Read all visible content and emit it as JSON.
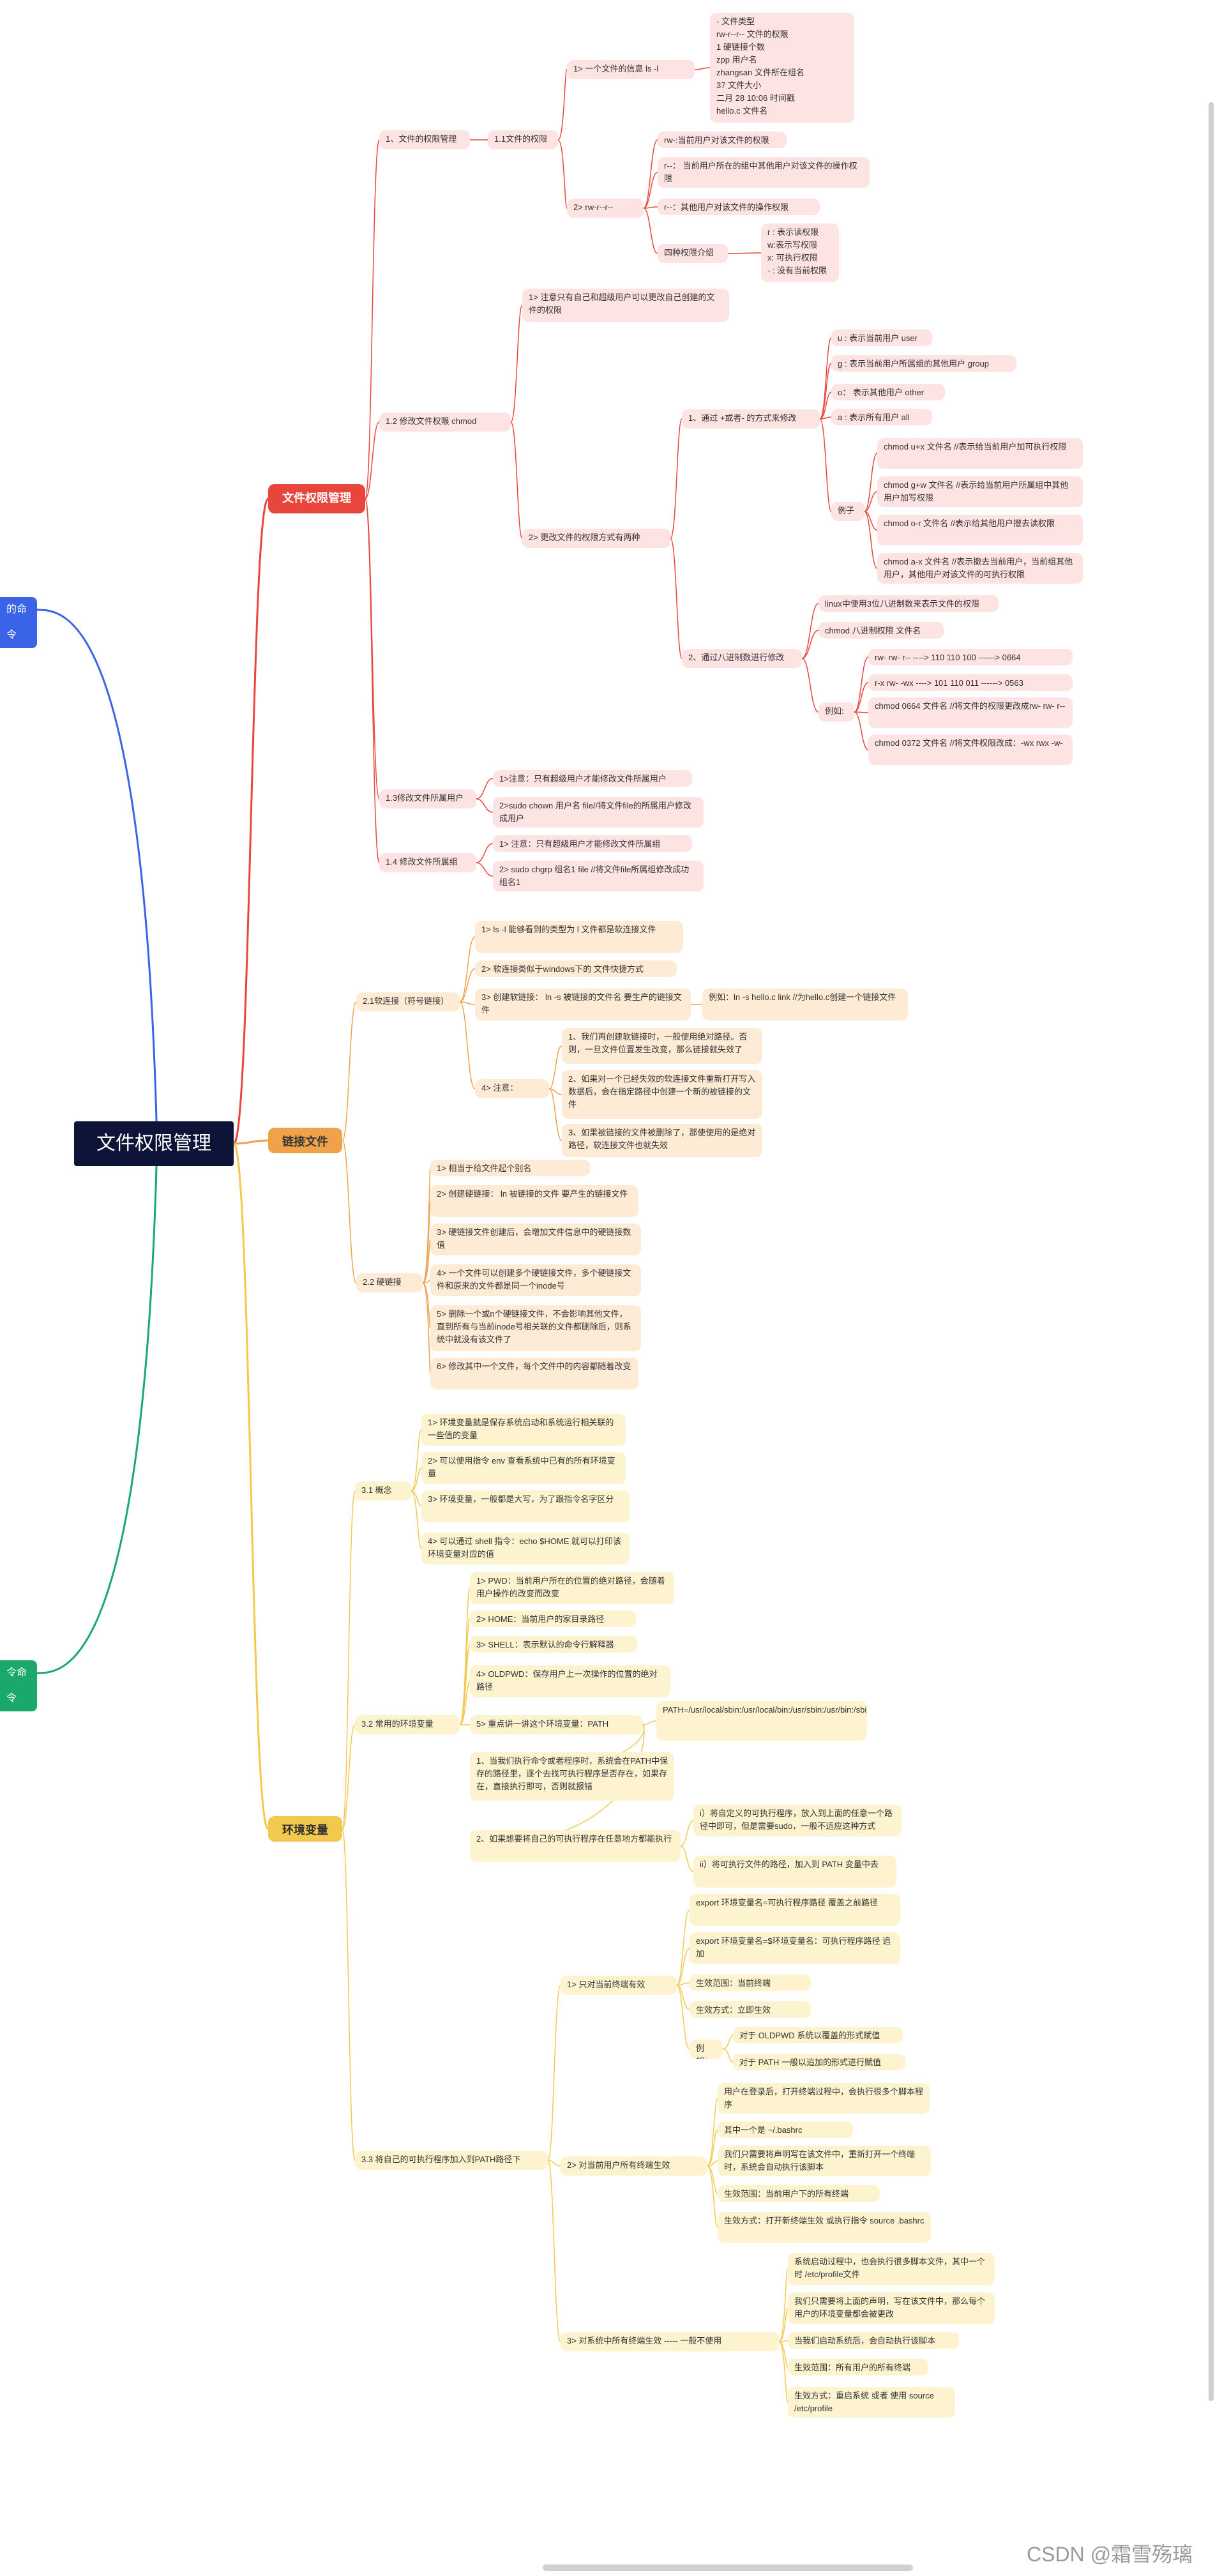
{
  "root": "文件权限管理",
  "side_left": [
    "的命令",
    "令命令"
  ],
  "colors": {
    "red": "#e8453c",
    "orange": "#f0a24a",
    "yellow": "#f2c94c",
    "blue": "#3b63e8",
    "green": "#1aa86b"
  },
  "watermark": "CSDN @霜雪殇璃",
  "nodes": [
    {
      "id": "perm",
      "p": "root",
      "c": "red",
      "t": "文件权限管理"
    },
    {
      "id": "p1",
      "p": "perm",
      "c": "red",
      "t": "1、文件的权限管理"
    },
    {
      "id": "p11",
      "p": "p1",
      "c": "red",
      "t": "1.1文件的权限"
    },
    {
      "id": "p111",
      "p": "p11",
      "c": "red",
      "t": "1>   一个文件的信息    ls  -l"
    },
    {
      "id": "p111a",
      "p": "p111",
      "c": "red",
      "t": "-              文件类型\nrw-r--r--        文件的权限\n1                   硬链接个数\n    zpp                用户名\n    zhangsan          文件所在组名\n37                   文件大小\n二月 28 10:06       时间戳\n    hello.c             文件名"
    },
    {
      "id": "p112",
      "p": "p11",
      "c": "red",
      "t": "2>   rw-r--r--"
    },
    {
      "id": "p112a",
      "p": "p112",
      "c": "red",
      "t": "rw-:当前用户对该文件的权限"
    },
    {
      "id": "p112b",
      "p": "p112",
      "c": "red",
      "t": "r--： 当前用户所在的组中其他用户对该文件的操作权限"
    },
    {
      "id": "p112c",
      "p": "p112",
      "c": "red",
      "t": "r--：其他用户对该文件的操作权限"
    },
    {
      "id": "p112d",
      "p": "p112",
      "c": "red",
      "t": "四种权限介绍"
    },
    {
      "id": "p112d1",
      "p": "p112d",
      "c": "red",
      "t": "r : 表示读权限\nw:表示写权限\nx: 可执行权限\n- :  没有当前权限"
    },
    {
      "id": "p12",
      "p": "perm",
      "c": "red",
      "t": "1.2    修改文件权限     chmod"
    },
    {
      "id": "p121",
      "p": "p12",
      "c": "red",
      "t": "1>    注意只有自己和超级用户可以更改自己创建的文件的权限"
    },
    {
      "id": "p122",
      "p": "p12",
      "c": "red",
      "t": "2>    更改文件的权限方式有两种"
    },
    {
      "id": "p1221",
      "p": "p122",
      "c": "red",
      "t": "1、通过 +或者- 的方式来修改"
    },
    {
      "id": "p1221a",
      "p": "p1221",
      "c": "red",
      "t": "u : 表示当前用户    user"
    },
    {
      "id": "p1221b",
      "p": "p1221",
      "c": "red",
      "t": "g : 表示当前用户所属组的其他用户 group"
    },
    {
      "id": "p1221c",
      "p": "p1221",
      "c": "red",
      "t": "o：  表示其他用户    other"
    },
    {
      "id": "p1221d",
      "p": "p1221",
      "c": "red",
      "t": "a : 表示所有用户    all"
    },
    {
      "id": "p1221e",
      "p": "p1221",
      "c": "red",
      "t": "例子"
    },
    {
      "id": "ex1",
      "p": "p1221e",
      "c": "red",
      "t": "chmod    u+x    文件名      //表示给当前用户加可执行权限"
    },
    {
      "id": "ex2",
      "p": "p1221e",
      "c": "red",
      "t": "chmod    g+w    文件名      //表示给当前用户所属组中其他用户加写权限"
    },
    {
      "id": "ex3",
      "p": "p1221e",
      "c": "red",
      "t": "chmod    o-r      文件名      //表示给其他用户撤去读权限"
    },
    {
      "id": "ex4",
      "p": "p1221e",
      "c": "red",
      "t": "chmod    a-x      文件名      //表示撤去当前用户，当前组其他用户，其他用户对该文件的可执行权限"
    },
    {
      "id": "p1222",
      "p": "p122",
      "c": "red",
      "t": "2、通过八进制数进行修改"
    },
    {
      "id": "p1222a",
      "p": "p1222",
      "c": "red",
      "t": "linux中使用3位八进制数来表示文件的权限"
    },
    {
      "id": "p1222b",
      "p": "p1222",
      "c": "red",
      "t": "chmod 八进制权限  文件名"
    },
    {
      "id": "p1222c",
      "p": "p1222",
      "c": "red",
      "t": "例如:"
    },
    {
      "id": "oc1",
      "p": "p1222c",
      "c": "red",
      "t": "rw- rw- r--      ---->   110 110 100    ------> 0664"
    },
    {
      "id": "oc2",
      "p": "p1222c",
      "c": "red",
      "t": "r-x rw- -wx      ---->  101 110 011     ------> 0563"
    },
    {
      "id": "oc3",
      "p": "p1222c",
      "c": "red",
      "t": "chmod    0664  文件名      //将文件的权限更改成rw- rw- r--"
    },
    {
      "id": "oc4",
      "p": "p1222c",
      "c": "red",
      "t": "chmod    0372   文件名     //将文件权限改成：-wx rwx -w-"
    },
    {
      "id": "p13",
      "p": "perm",
      "c": "red",
      "t": "1.3修改文件所属用户"
    },
    {
      "id": "p131",
      "p": "p13",
      "c": "red",
      "t": "1>注意：只有超级用户才能修改文件所属用户"
    },
    {
      "id": "p132",
      "p": "p13",
      "c": "red",
      "t": "2>sudo chown 用户名  file//将文件file的所属用户修改成用户"
    },
    {
      "id": "p14",
      "p": "perm",
      "c": "red",
      "t": "1.4    修改文件所属组"
    },
    {
      "id": "p141",
      "p": "p14",
      "c": "red",
      "t": "1>    注意：只有超级用户才能修改文件所属组"
    },
    {
      "id": "p142",
      "p": "p14",
      "c": "red",
      "t": "2>    sudo chgrp  组名1  file    //将文件file所属组修改成功组名1"
    },
    {
      "id": "link",
      "p": "root",
      "c": "orange",
      "t": "链接文件"
    },
    {
      "id": "l21",
      "p": "link",
      "c": "orange",
      "t": "2.1软连接（符号链接）"
    },
    {
      "id": "l211",
      "p": "l21",
      "c": "orange",
      "t": "1>    ls -l 能够看到的类型为 l 文件都是软连接文件"
    },
    {
      "id": "l212",
      "p": "l21",
      "c": "orange",
      "t": "2>    软连接类似于windows下的 文件快捷方式"
    },
    {
      "id": "l213",
      "p": "l21",
      "c": "orange",
      "t": "3>    创建软链接：  ln  -s  被链接的文件名    要生产的链接文件"
    },
    {
      "id": "l213a",
      "p": "l213",
      "c": "orange",
      "t": "例如：ln  -s   hello.c   link       //为hello.c创建一个链接文件"
    },
    {
      "id": "l214",
      "p": "l21",
      "c": "orange",
      "t": "4>    注意："
    },
    {
      "id": "l214a",
      "p": "l214",
      "c": "orange",
      "t": "1、我们再创建软链接时，一般使用绝对路径。否则，一旦文件位置发生改变，那么链接就失效了"
    },
    {
      "id": "l214b",
      "p": "l214",
      "c": "orange",
      "t": "2、如果对一个已经失效的软连接文件重新打开写入数据后，会在指定路径中创建一个新的被链接的文件"
    },
    {
      "id": "l214c",
      "p": "l214",
      "c": "orange",
      "t": "3、如果被链接的文件被删除了，那使使用的是绝对路径，软连接文件也就失效"
    },
    {
      "id": "l22",
      "p": "link",
      "c": "orange",
      "t": "2.2    硬链接"
    },
    {
      "id": "l221",
      "p": "l22",
      "c": "orange",
      "t": "1>    相当于给文件起个别名"
    },
    {
      "id": "l222",
      "p": "l22",
      "c": "orange",
      "t": "2>    创建硬链接：   ln  被链接的文件    要产生的链接文件"
    },
    {
      "id": "l223",
      "p": "l22",
      "c": "orange",
      "t": "3>    硬链接文件创建后，会增加文件信息中的硬链接数值"
    },
    {
      "id": "l224",
      "p": "l22",
      "c": "orange",
      "t": "4>    一个文件可以创建多个硬链接文件，多个硬链接文件和原来的文件都是同一个inode号"
    },
    {
      "id": "l225",
      "p": "l22",
      "c": "orange",
      "t": "5>    删除一个或n个硬链接文件，不会影响其他文件，直到所有与当前inode号相关联的文件都删除后，则系统中就没有该文件了"
    },
    {
      "id": "l226",
      "p": "l22",
      "c": "orange",
      "t": "6>    修改其中一个文件，每个文件中的内容都随着改变"
    },
    {
      "id": "env",
      "p": "root",
      "c": "yellow",
      "t": "环境变量"
    },
    {
      "id": "e31",
      "p": "env",
      "c": "yellow",
      "t": "3.1    概念"
    },
    {
      "id": "e311",
      "p": "e31",
      "c": "yellow",
      "t": "1>    环境变量就是保存系统启动和系统运行相关联的一些值的变量"
    },
    {
      "id": "e312",
      "p": "e31",
      "c": "yellow",
      "t": "2>    可以使用指令 env  查看系统中已有的所有环境变量"
    },
    {
      "id": "e313",
      "p": "e31",
      "c": "yellow",
      "t": "3>    环境变量，一般都是大写，为了跟指令名字区分"
    },
    {
      "id": "e314",
      "p": "e31",
      "c": "yellow",
      "t": "4>    可以通过 shell 指令：echo  $HOME  就可以打印该环境变量对应的值"
    },
    {
      "id": "e32",
      "p": "env",
      "c": "yellow",
      "t": "3.2    常用的环境变量"
    },
    {
      "id": "e321",
      "p": "e32",
      "c": "yellow",
      "t": "1>    PWD：当前用户所在的位置的绝对路径，会随着用户操作的改变而改变"
    },
    {
      "id": "e322",
      "p": "e32",
      "c": "yellow",
      "t": "2>    HOME：当前用户的家目录路径"
    },
    {
      "id": "e323",
      "p": "e32",
      "c": "yellow",
      "t": "3>    SHELL：表示默认的命令行解释器"
    },
    {
      "id": "e324",
      "p": "e32",
      "c": "yellow",
      "t": "4>    OLDPWD：保存用户上一次操作的位置的绝对路径"
    },
    {
      "id": "e325",
      "p": "e32",
      "c": "yellow",
      "t": "5>    重点讲一讲这个环境变量：PATH"
    },
    {
      "id": "e325a",
      "p": "e325",
      "c": "yellow",
      "t": "PATH=/usr/local/sbin:/usr/local/bin:/usr/sbin:/usr/bin:/sbin:/bin:/usr/games:/usr/local/games:/snap/bin:/home/ubuntu/24101/linux_c"
    },
    {
      "id": "e325b",
      "p": "e325",
      "c": "yellow",
      "t": "1、当我们执行命令或者程序时，系统会在PATH中保存的路径里，逐个去找可执行程序是否存在，如果存在，直接执行即可，否则就报错"
    },
    {
      "id": "e325c",
      "p": "e325",
      "c": "yellow",
      "t": "2、如果想要将自己的可执行程序在任意地方都能执行"
    },
    {
      "id": "e325c1",
      "p": "e325c",
      "c": "yellow",
      "t": "i）将自定义的可执行程序，放入到上面的任意一个路径中即可，但是需要sudo，一般不适应这种方式"
    },
    {
      "id": "e325c2",
      "p": "e325c",
      "c": "yellow",
      "t": "ii）将可执行文件的路径，加入到 PATH 变量中去"
    },
    {
      "id": "e33",
      "p": "env",
      "c": "yellow",
      "t": "3.3    将自己的可执行程序加入到PATH路径下"
    },
    {
      "id": "e331",
      "p": "e33",
      "c": "yellow",
      "t": "1>    只对当前终端有效"
    },
    {
      "id": "e331a",
      "p": "e331",
      "c": "yellow",
      "t": "export  环境变量名=可执行程序路径        覆盖之前路径"
    },
    {
      "id": "e331b",
      "p": "e331",
      "c": "yellow",
      "t": "export  环境变量名=$环境变量名：可执行程序路径      追加"
    },
    {
      "id": "e331c",
      "p": "e331",
      "c": "yellow",
      "t": "生效范围：当前终端"
    },
    {
      "id": "e331d",
      "p": "e331",
      "c": "yellow",
      "t": "生效方式：立即生效"
    },
    {
      "id": "e331e",
      "p": "e331",
      "c": "yellow",
      "t": "例如："
    },
    {
      "id": "e331e1",
      "p": "e331e",
      "c": "yellow",
      "t": "对于 OLDPWD 系统以覆盖的形式赋值"
    },
    {
      "id": "e331e2",
      "p": "e331e",
      "c": "yellow",
      "t": "对于 PATH 一般以追加的形式进行赋值"
    },
    {
      "id": "e332",
      "p": "e33",
      "c": "yellow",
      "t": "2>    对当前用户所有终端生效"
    },
    {
      "id": "e332a",
      "p": "e332",
      "c": "yellow",
      "t": "用户在登录后，打开终端过程中，会执行很多个脚本程序"
    },
    {
      "id": "e332b",
      "p": "e332",
      "c": "yellow",
      "t": "其中一个是 ~/.bashrc"
    },
    {
      "id": "e332c",
      "p": "e332",
      "c": "yellow",
      "t": "我们只需要将声明写在该文件中，重新打开一个终端时，系统会自动执行该脚本"
    },
    {
      "id": "e332d",
      "p": "e332",
      "c": "yellow",
      "t": "生效范围：当前用户下的所有终端"
    },
    {
      "id": "e332e",
      "p": "e332",
      "c": "yellow",
      "t": "生效方式：打开新终端生效  或执行指令  source  .bashrc"
    },
    {
      "id": "e333",
      "p": "e33",
      "c": "yellow",
      "t": "3>    对系统中所有终端生效   -----   一般不使用"
    },
    {
      "id": "e333a",
      "p": "e333",
      "c": "yellow",
      "t": "系统启动过程中，也会执行很多脚本文件，其中一个时 /etc/profile文件"
    },
    {
      "id": "e333b",
      "p": "e333",
      "c": "yellow",
      "t": "我们只需要将上面的声明，写在该文件中，那么每个用户的环境变量都会被更改"
    },
    {
      "id": "e333c",
      "p": "e333",
      "c": "yellow",
      "t": "当我们启动系统后，会自动执行该脚本"
    },
    {
      "id": "e333d",
      "p": "e333",
      "c": "yellow",
      "t": "生效范围：所有用户的所有终端"
    },
    {
      "id": "e333e",
      "p": "e333",
      "c": "yellow",
      "t": "生效方式：重启系统  或者 使用 source  /etc/profile"
    }
  ]
}
